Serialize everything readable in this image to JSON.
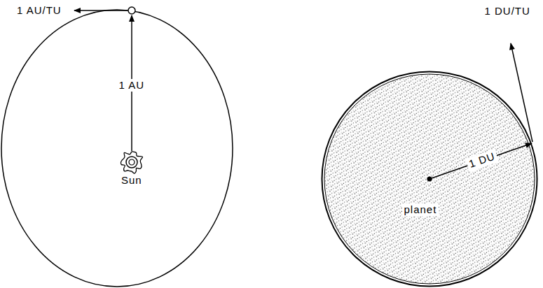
{
  "diagram": {
    "nodes": [
      {
        "text": [
          "Sun"
        ]
      },
      {
        "text": [
          "planet"
        ]
      }
    ],
    "labels": [
      "1 AU/TU",
      "1 AU",
      "1 DU/TU",
      "1 DU"
    ]
  }
}
